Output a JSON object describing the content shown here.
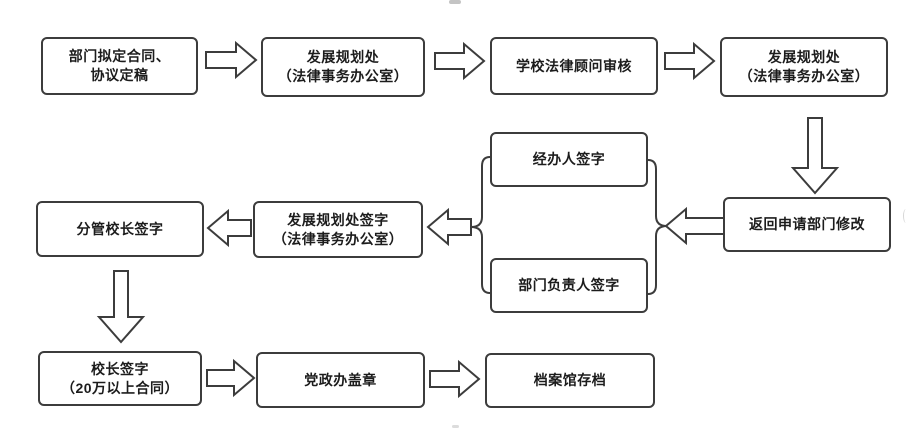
{
  "flowchart": {
    "colors": {
      "line": "#3c3c3c",
      "text": "#1c1c1c",
      "background": "#ffffff"
    },
    "nodes": [
      {
        "id": "dept-draft",
        "label": "部门拟定合同、\n协议定稿"
      },
      {
        "id": "planning-office",
        "label": "发展规划处\n（法律事务办公室）"
      },
      {
        "id": "legal-counsel-review",
        "label": "学校法律顾问审核"
      },
      {
        "id": "planning-office-2",
        "label": "发展规划处\n（法律事务办公室）"
      },
      {
        "id": "handler-signature",
        "label": "经办人签字"
      },
      {
        "id": "return-for-revision",
        "label": "返回申请部门修改"
      },
      {
        "id": "vice-president-sign",
        "label": "分管校长签字"
      },
      {
        "id": "planning-office-sign",
        "label": "发展规划处签字\n（法律事务办公室）"
      },
      {
        "id": "dept-head-signature",
        "label": "部门负责人签字"
      },
      {
        "id": "president-signature",
        "label": "校长签字\n（20万以上合同）"
      },
      {
        "id": "party-admin-seal",
        "label": "党政办盖章"
      },
      {
        "id": "archive-storage",
        "label": "档案馆存档"
      }
    ],
    "signature_group": [
      "handler-signature",
      "dept-head-signature"
    ],
    "edges": [
      {
        "from": "dept-draft",
        "to": "planning-office"
      },
      {
        "from": "planning-office",
        "to": "legal-counsel-review"
      },
      {
        "from": "legal-counsel-review",
        "to": "planning-office-2"
      },
      {
        "from": "planning-office-2",
        "to": "return-for-revision"
      },
      {
        "from": "return-for-revision",
        "to": "signature-group"
      },
      {
        "from": "signature-group",
        "to": "planning-office-sign"
      },
      {
        "from": "planning-office-sign",
        "to": "vice-president-sign"
      },
      {
        "from": "vice-president-sign",
        "to": "president-signature"
      },
      {
        "from": "president-signature",
        "to": "party-admin-seal"
      },
      {
        "from": "party-admin-seal",
        "to": "archive-storage"
      }
    ]
  }
}
